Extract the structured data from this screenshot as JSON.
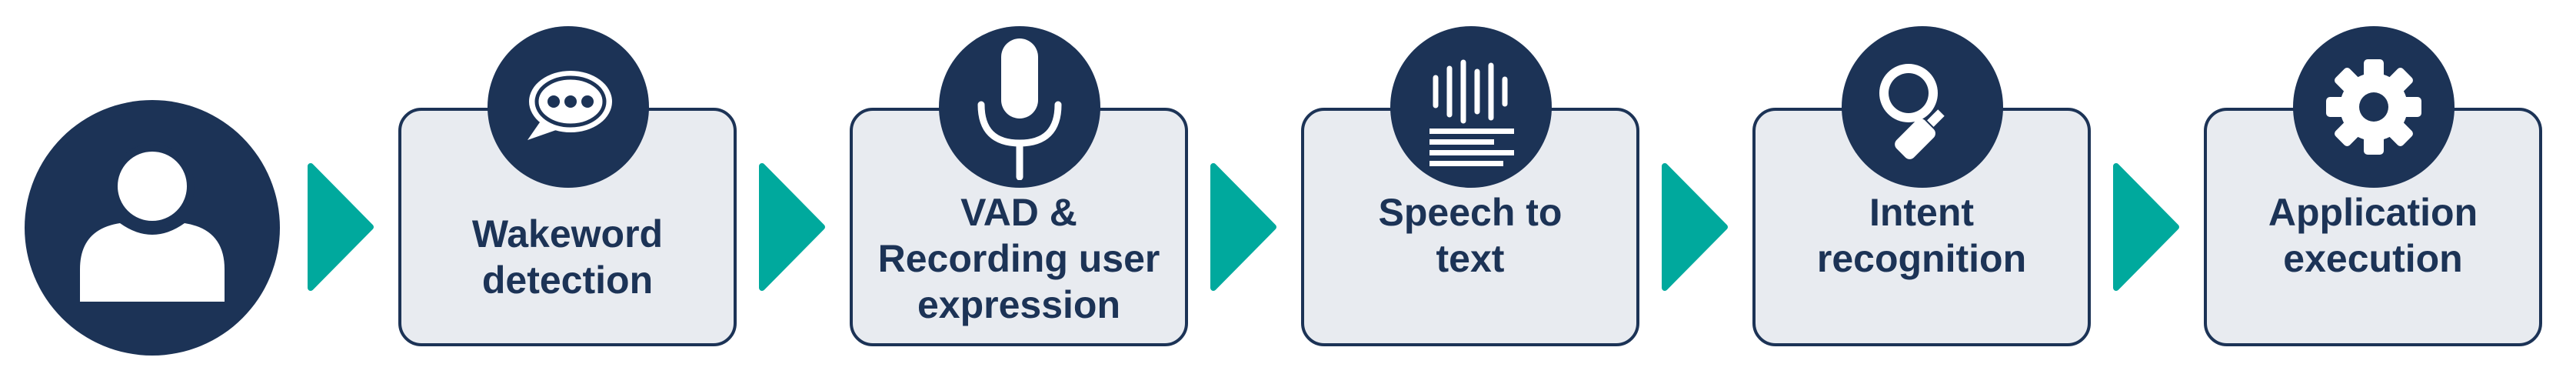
{
  "colors": {
    "navy": "#1c3356",
    "card_bg": "#e8ebf0",
    "arrow": "#00a99d"
  },
  "start": {
    "icon": "user-icon"
  },
  "steps": [
    {
      "label": "Wakeword\ndetection",
      "icon": "speech-bubble-icon"
    },
    {
      "label": "VAD &\nRecording user\nexpression",
      "icon": "microphone-icon"
    },
    {
      "label": "Speech to\ntext",
      "icon": "waveform-text-icon"
    },
    {
      "label": "Intent\nrecognition",
      "icon": "magnifier-icon"
    },
    {
      "label": "Application\nexecution",
      "icon": "gear-icon"
    }
  ]
}
